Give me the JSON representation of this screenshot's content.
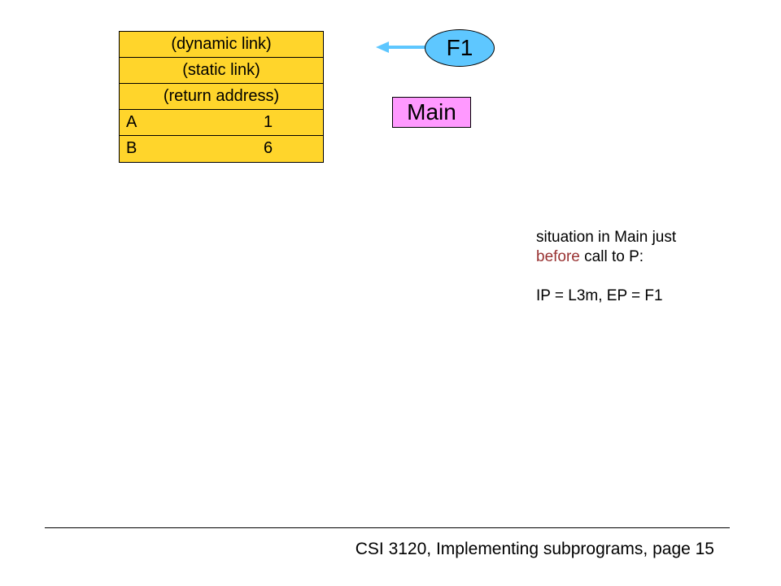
{
  "frame": {
    "rows": [
      {
        "label": "(dynamic link)"
      },
      {
        "label": "(static link)"
      },
      {
        "label": "(return address)"
      }
    ],
    "variables": [
      {
        "name": "A",
        "value": "1"
      },
      {
        "name": "B",
        "value": "6"
      }
    ],
    "fill_color": "#ffd52b"
  },
  "pointer": {
    "label": "F1",
    "color": "#5ec7ff",
    "arrow_icon": "left-arrow-icon"
  },
  "main_label": {
    "text": "Main",
    "color": "#ff99ff"
  },
  "note": {
    "line1": "situation in Main just",
    "line2_highlight": "before",
    "line2_rest": " call to P:",
    "line3": "IP = L3m, EP = F1",
    "highlight_color": "#993333"
  },
  "footer": {
    "text": "CSI 3120, Implementing subprograms, page 15"
  }
}
